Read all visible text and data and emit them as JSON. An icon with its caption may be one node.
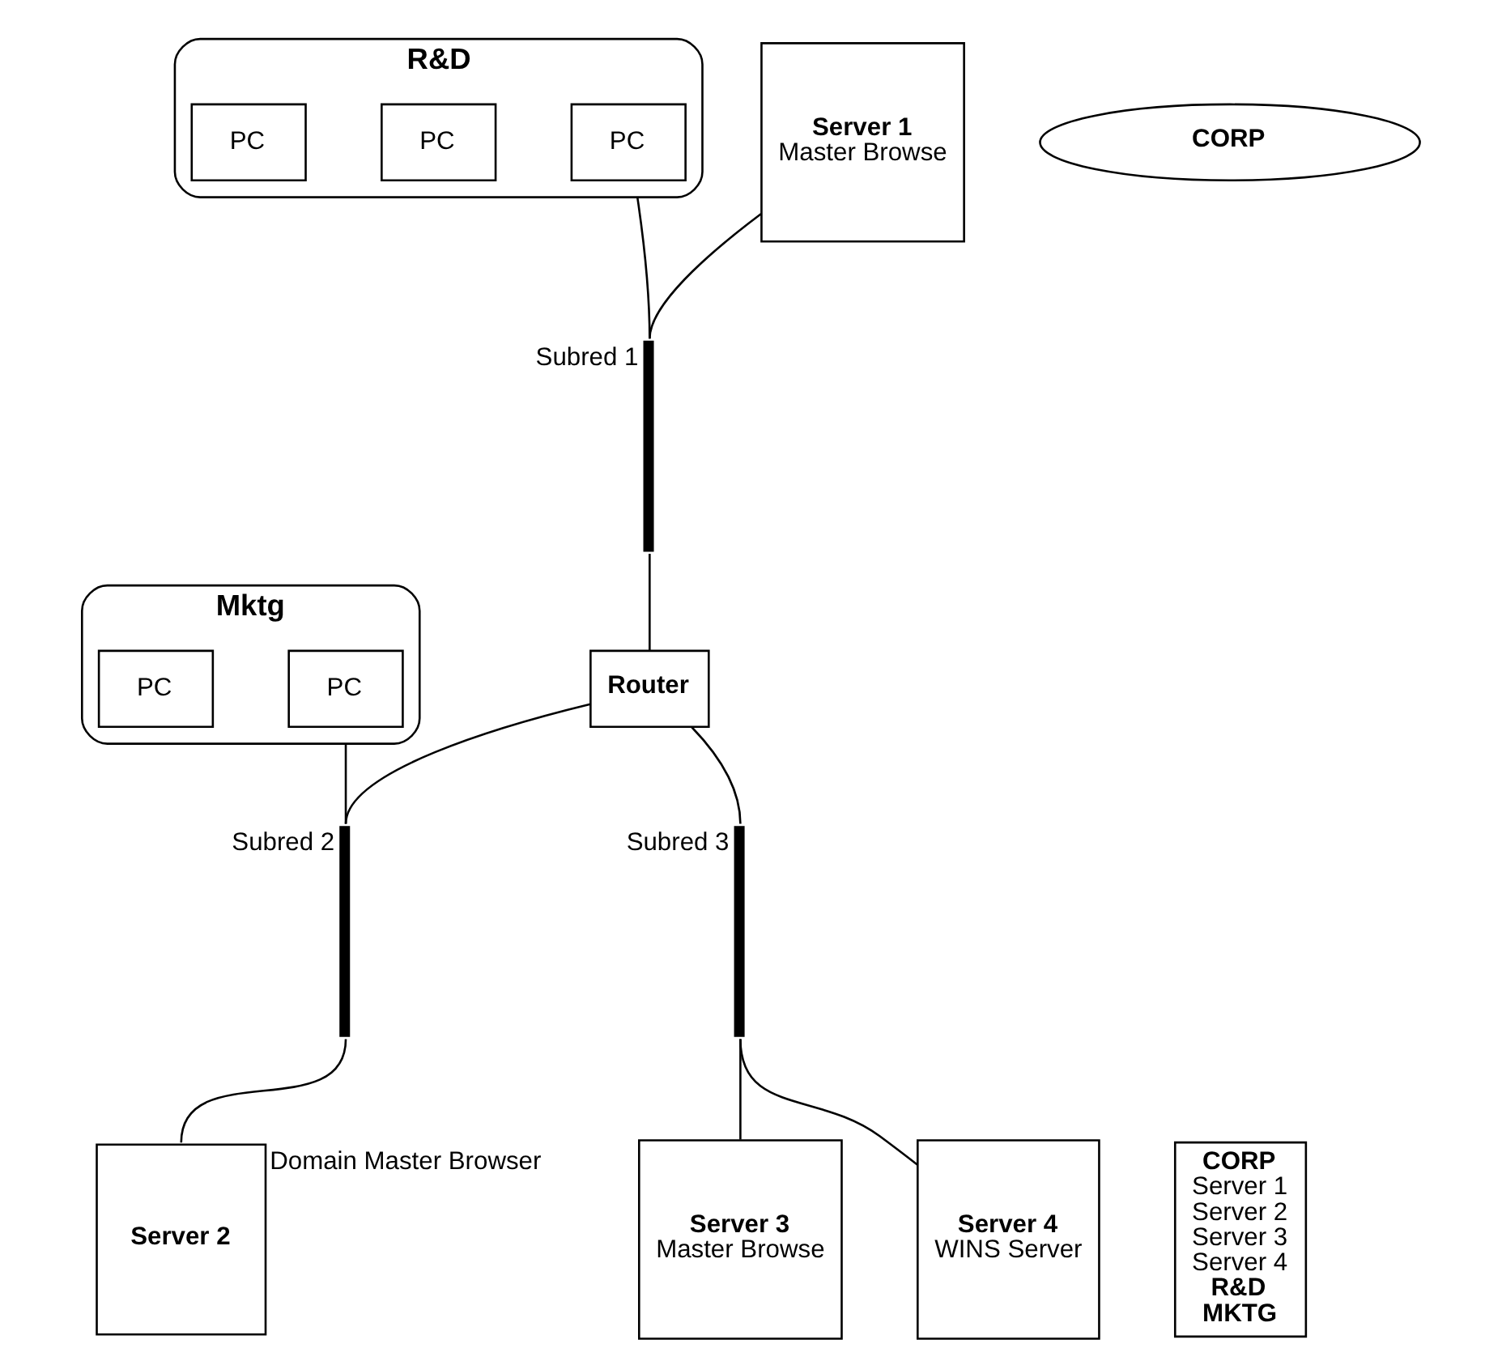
{
  "diagram": {
    "nodes": [
      {
        "text": [
          "R&D"
        ]
      },
      {
        "text": [
          "PC"
        ],
        "in": 0
      },
      {
        "text": [
          "PC"
        ],
        "in": 0
      },
      {
        "text": [
          "PC"
        ],
        "in": 0
      },
      {
        "text": [
          "Mktg"
        ]
      },
      {
        "text": [
          "PC"
        ],
        "in": 4
      },
      {
        "text": [
          "PC"
        ],
        "in": 4
      },
      {
        "text": [
          "CORP"
        ]
      },
      {
        "text": [
          "Server 1",
          "Master Browse"
        ]
      },
      {
        "text": [
          "Server 2"
        ],
        "beside": [
          "Domain Master Browser"
        ]
      },
      {
        "text": [
          "CORP",
          "Server 1",
          "Server 2",
          "Server 3",
          "Server 4",
          "R&D",
          "MKTG"
        ]
      },
      {
        "text": [
          "Router"
        ]
      },
      {
        "text": [
          "Server 3",
          "Master Browse"
        ]
      },
      {
        "text": [
          "Server 4",
          "WINS Server"
        ]
      },
      {
        "text": [],
        "shape": "bar",
        "beside": [
          "Subred 1"
        ]
      },
      {
        "text": [],
        "shape": "bar",
        "beside": [
          "Subred 2"
        ]
      },
      {
        "text": [],
        "shape": "bar",
        "beside": [
          "Subred 3"
        ]
      }
    ],
    "edges": [
      {
        "from": 0,
        "to": 14,
        "arrow": "none"
      },
      {
        "from": 4,
        "to": 15,
        "arrow": "none"
      },
      {
        "from": 8,
        "to": 14,
        "arrow": "none"
      },
      {
        "from": 14,
        "to": 11,
        "arrow": "none"
      },
      {
        "from": 11,
        "to": 15,
        "arrow": "none"
      },
      {
        "from": 15,
        "to": 9,
        "arrow": "none"
      },
      {
        "from": 11,
        "to": 16,
        "arrow": "none"
      },
      {
        "from": 16,
        "to": 12,
        "arrow": "none"
      },
      {
        "from": 16,
        "to": 13,
        "arrow": "none"
      }
    ]
  }
}
